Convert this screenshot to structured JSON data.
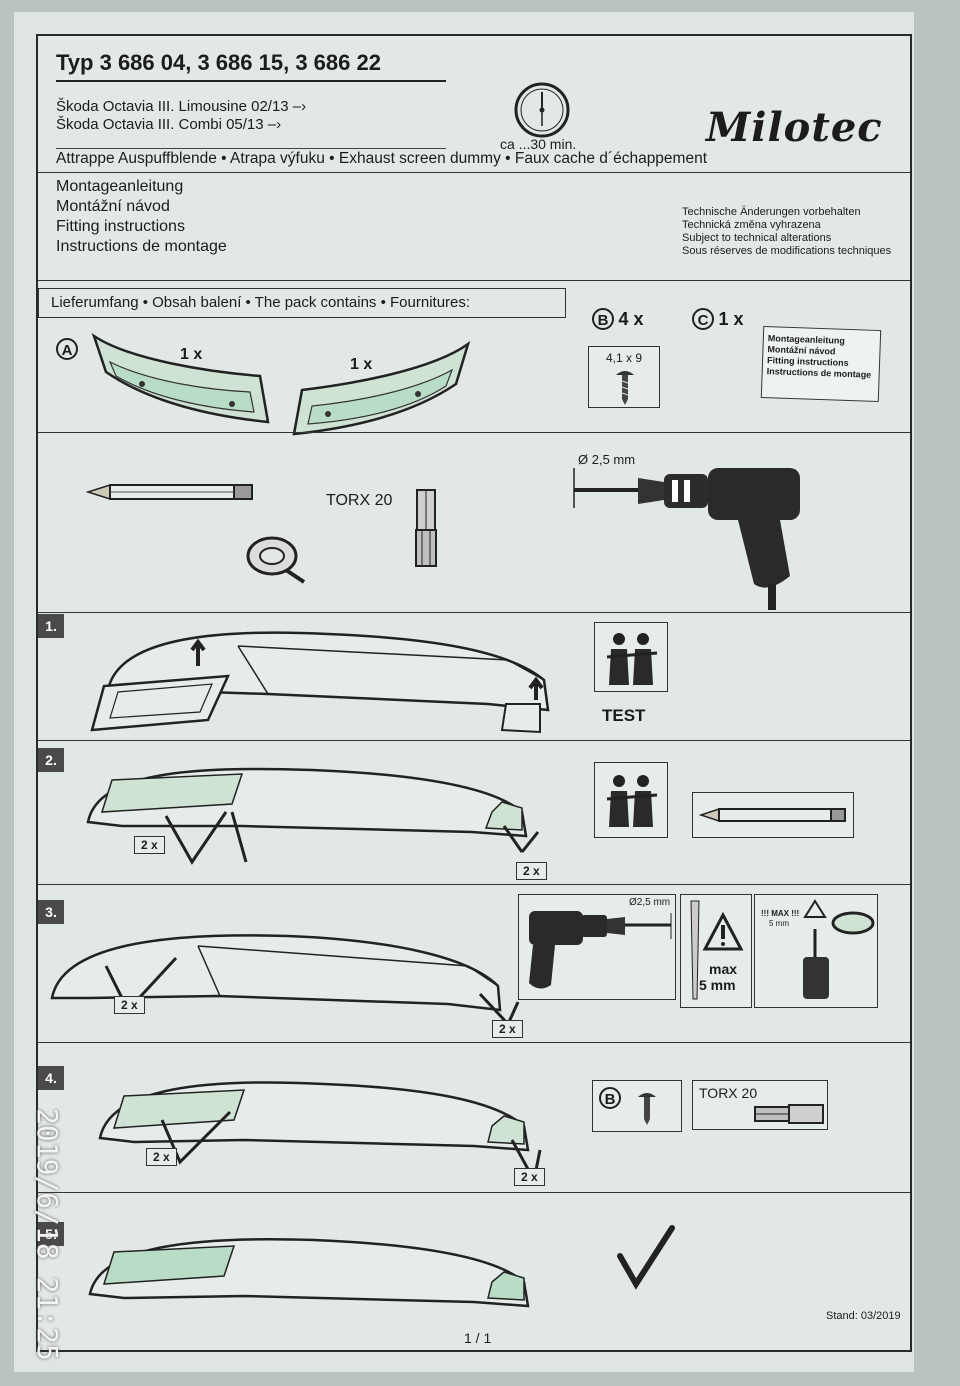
{
  "header": {
    "title": "Typ 3 686 04, 3 686 15, 3 686 22",
    "car_line1": "Škoda Octavia III.  Limousine 02/13 –›",
    "car_line2": "Škoda Octavia III.  Combi 05/13 –›",
    "time": "ca  ...30 min.",
    "logo": "Milotec",
    "product": "Attrappe Auspuffblende • Atrapa výfuku • Exhaust screen dummy • Faux cache d´échappement",
    "instructions": [
      "Montageanleitung",
      "Montážní návod",
      "Fitting instructions",
      "Instructions de montage"
    ],
    "technical": [
      "Technische Änderungen vorbehalten",
      "Technická změna vyhrazena",
      "Subject to technical alterations",
      "Sous réserves de modifications techniques"
    ]
  },
  "pack": {
    "heading": "Lieferumfang • Obsah balení • The pack contains • Fournitures:",
    "item_a": "A",
    "item_a_qty_left": "1 x",
    "item_a_qty_right": "1 x",
    "item_b": "B",
    "item_b_qty": "4 x",
    "item_b_size": "4,1 x 9",
    "item_c": "C",
    "item_c_qty": "1 x",
    "item_c_doc": [
      "Montageanleitung",
      "Montážní návod",
      "Fitting instructions",
      "Instructions de montage"
    ]
  },
  "tools": {
    "torx": "TORX 20",
    "drill_size": "Ø 2,5 mm"
  },
  "steps": {
    "s1_num": "1.",
    "s1_test": "TEST",
    "s2_num": "2.",
    "s2_qty_left": "2 x",
    "s2_qty_right": "2 x",
    "s3_num": "3.",
    "s3_qty_left": "2 x",
    "s3_qty_right": "2 x",
    "s3_drill": "Ø2,5 mm",
    "s3_max": "max",
    "s3_max_mm": "5 mm",
    "s3_warn": "!!! MAX !!!",
    "s3_warn_mm": "5 mm",
    "s4_num": "4.",
    "s4_qty_left": "2 x",
    "s4_qty_right": "2 x",
    "s4_b": "B",
    "s4_torx": "TORX 20",
    "s5_num": "5."
  },
  "footer": {
    "page": "1 / 1",
    "stand": "Stand: 03/2019"
  },
  "photo_stamp": "2019/6/18 21:25"
}
